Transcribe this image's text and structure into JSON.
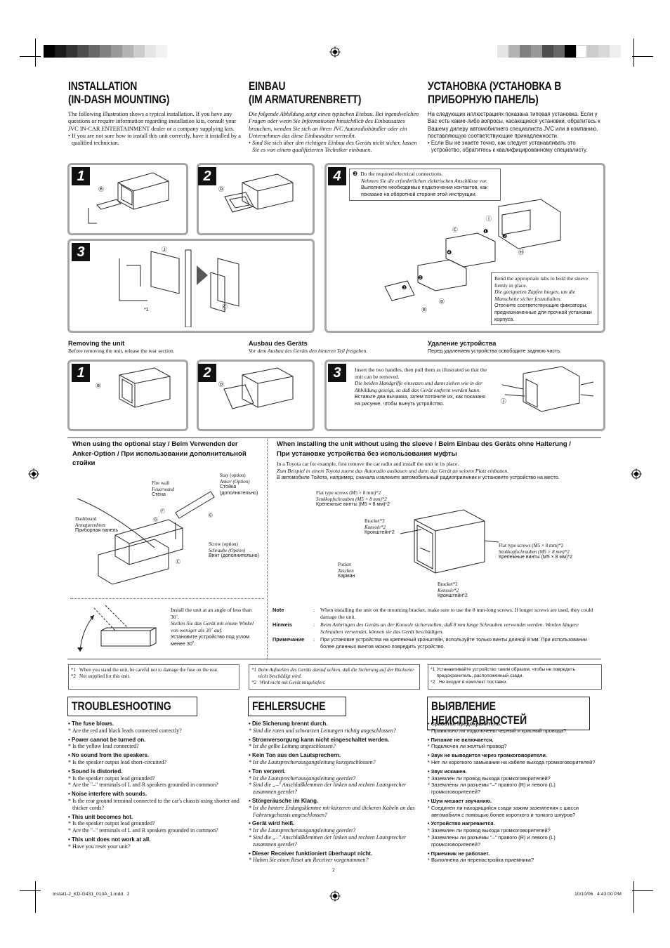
{
  "columns": {
    "en": {
      "title_line1": "INSTALLATION",
      "title_line2": "(IN-DASH MOUNTING)",
      "intro": "The following illustration shows a typical installation. If you have any questions or require information regarding installation kits, consult your JVC IN-CAR ENTERTAINMENT dealer or a company supplying kits.",
      "bullet": "If you are not sure how to install this unit correctly, have it installed by a qualified technician.",
      "removing_title": "Removing the unit",
      "removing_text": "Before removing the unit, release the rear section."
    },
    "de": {
      "title_line1": "EINBAU",
      "title_line2": "(IM ARMATURENBRETT)",
      "intro": "Die folgende Abbildung zeigt einen typischen Einbau. Bei irgendwelchen Fragen oder wenn Sie Informationen hinsichtlich des Einbausatzes brauchen, wenden Sie sich an ihren JVC Autoradiohändler oder ein Unternehmen das diese Einbausätze vertreibt.",
      "bullet": "Sind Sie sich über den richtigen Einbau des Geräts nicht sicher, lassen Sie es von einem qualifizierten Techniker einbauen.",
      "removing_title": "Ausbau des Geräts",
      "removing_text": "Vor dem Ausbau des Geräts den hinteren Teil freigeben."
    },
    "ru": {
      "title_line1": "УСТАНОВКА (УСТАНОВКА В",
      "title_line2": "ПРИБОРНУЮ ПАНЕЛЬ)",
      "intro": "На следующих иллюстрациях показана типовая установка. Если у Вас есть какие-либо вопросы, касающиеся установки, обратитесь к Вашему дилеру автомобилнего специалиста JVC или в компанию, поставляющую соответствующие принадлежности.",
      "bullet": "Если Вы не знаете точно, как следует устанавливать это устройство, обратитесь к квалифицированному специалисту.",
      "removing_title": "Удаление устройства",
      "removing_text": "Перед удалением устройства освободите заднюю часть."
    }
  },
  "install_steps": {
    "s1": "1",
    "s2": "2",
    "s3": "3",
    "s4": "4",
    "step4_note": {
      "marker": "❸",
      "en": "Do the required electrical connections.",
      "de": "Nehmen Sie die erforderlichen elektrischen Anschlüsse vor.",
      "ru": "Выполните необходимые подключения контактов, как показано на оборотной стороне этой инструкции."
    },
    "bend_note": {
      "en": "Bend the appropriate tabs to hold the sleeve firmly in place.",
      "de": "Die geeigneten Zapfen biegen, um die Manschette sicher festzuhalten.",
      "ru": "Отогните соответствующие фиксаторы, предназначенные для прочной установки корпуса."
    },
    "labels": {
      "B": "Ⓑ",
      "D": "Ⓓ",
      "J": "Ⓙ",
      "C": "Ⓒ",
      "I": "Ⓘ",
      "H": "Ⓗ",
      "n1": "❶",
      "n2": "❷",
      "n3": "❸",
      "n4": "❹",
      "n5": "❺",
      "star1": "*1"
    }
  },
  "removal_steps": {
    "s1": "1",
    "s2": "2",
    "s3": "3",
    "note": {
      "en": "Insert the two handles, then pull them as illustrated so that the unit can be removed.",
      "de": "Die beiden Handgriffe einsetzen und dann ziehen wie in der Abbildung gezeigt, so daß das Gerät entfernt werden kann.",
      "ru": "Вставьте два вычажка, затем потяните их, как показано на рисунке, чтобы вынуть устройство."
    }
  },
  "stay_section": {
    "title": "When using the optional stay / Beim Verwenden der Anker-Option / При использовании дополнительной стойки",
    "fire_wall": [
      "Fire wall",
      "Feuerwand",
      "Стена"
    ],
    "stay": [
      "Stay (option)",
      "Anker (Option)",
      "Стойка",
      "(дополнительно)"
    ],
    "dashboard": [
      "Dashboard",
      "Armaturenbrett",
      "Приборная панель"
    ],
    "screw": [
      "Screw (option)",
      "Schraube (Option)",
      "Винт (дополнительно)"
    ],
    "angle_note": {
      "en": "Install the unit at an angle of less than 30˚.",
      "de": "Stellen Sie das Gerät mit einem Winkel von weniger als 30˚ auf.",
      "ru": "Установите устройство под углом менее 30˚."
    }
  },
  "sleeve_section": {
    "title": "When installing the unit without using the sleeve / Beim Einbau des Geräts ohne Halterung / При установке устройства без использования муфты",
    "en": "In a Toyota car for example, first remove the car radio and install the unit in its place.",
    "de": "Zum Beispiel in einem Toyota zuerst das Autoradio ausbauen und dann das Gerät an seinem Platz einbauen.",
    "ru": "В автомобиле Тойота, например, сначала извлеките автомобильный радиоприемник и установите устройство на место.",
    "flat_screws": [
      "Flat type screws (M5 × 8 mm)*2",
      "Senkkopfschrauben (M5 × 8 mm)*2",
      "Крепежные винты (M5 × 8 мм)*2"
    ],
    "bracket": [
      "Bracket*2",
      "Konsole*2",
      "Кронштейн*2"
    ],
    "pocket": [
      "Pocket",
      "Taschen",
      "Карман"
    ],
    "notes": [
      {
        "label": "Note",
        "text": "When installing the unit on the mounting bracket, make sure to use the 8 mm-long screws. If longer screws are used, they could damage the unit."
      },
      {
        "label": "Hinweis",
        "text": "Beim Anbringen des Geräts an der Konsole sicherstellen, daß 8 mm lange Schrauben verwendet werden. Werden längere Schrauben verwendet, können sie das Gerät beschädigen."
      },
      {
        "label": "Примечание",
        "text": "При установке устройства на крепежный кронштейн, используйте только винты длиной 8 мм. При использовании более длинных винтов можно повредить устройство."
      }
    ],
    "colon": ":"
  },
  "footnotes": {
    "en": [
      {
        "mark": "*1",
        "text": "When you stand the unit, be careful not to damage the fuse on the rear."
      },
      {
        "mark": "*2",
        "text": "Not supplied for this unit."
      }
    ],
    "de": [
      {
        "mark": "*1",
        "text": "Beim Aufstellen des Geräts darauf achten, daß die Sicherung auf der Rückseite nicht beschädigt wird."
      },
      {
        "mark": "*2",
        "text": "Wird nicht mit Gerät mitgeliefert."
      }
    ],
    "ru": [
      {
        "mark": "*1",
        "text": "Устанавливайте устройство таким образом, чтобы не повредить предохранитель, расположенный сзади."
      },
      {
        "mark": "*2",
        "text": "Не входит в комплект поставки."
      }
    ]
  },
  "troubleshooting": {
    "en": {
      "title": "TROUBLESHOOTING",
      "items": [
        {
          "q": "The fuse blows.",
          "a": [
            "Are the red and black leads connected correctly?"
          ]
        },
        {
          "q": "Power cannot be turned on.",
          "a": [
            "Is the yellow lead connected?"
          ]
        },
        {
          "q": "No sound from the speakers.",
          "a": [
            "Is the speaker output lead short-circuited?"
          ]
        },
        {
          "q": "Sound is distorted.",
          "a": [
            "Is the speaker output lead grounded?",
            "Are the \"–\" terminals of L and R speakers grounded in common?"
          ]
        },
        {
          "q": "Noise interfere with sounds.",
          "a": [
            "Is the rear ground terminal connected to the car's chassis using shorter and thicker cords?"
          ]
        },
        {
          "q": "This unit becomes hot.",
          "a": [
            "Is the speaker output lead grounded?",
            "Are the \"–\" terminals of L and R speakers grounded in common?"
          ]
        },
        {
          "q": "This unit does not work at all.",
          "a": [
            "Have you reset your unit?"
          ]
        }
      ]
    },
    "de": {
      "title": "FEHLERSUCHE",
      "items": [
        {
          "q": "Die Sicherung brennt durch.",
          "a": [
            "Sind die roten und schwarzen Leitungen richtig angeschlossen?"
          ]
        },
        {
          "q": "Stromversorgung kann nicht eingeschaltet werden.",
          "a": [
            "Ist die gelbe Leitung angeschlossen?"
          ]
        },
        {
          "q": "Kein Ton aus den Lautsprechern.",
          "a": [
            "Ist die Lautsprecherausgangsleitung kurzgeschlossen?"
          ]
        },
        {
          "q": "Ton verzerrt.",
          "a": [
            "Ist die Lautsprecherausgangsleitung geerdet?",
            "Sind die „–\" Anschlußklemmen der linken und rechten Lautsprecher zusammen geerdet?"
          ]
        },
        {
          "q": "Störgeräusche im Klang.",
          "a": [
            "Ist die hintere Erdungsklemme mit kürzeren und dickeren Kabeln an das Fahrzeugchassis angeschlossen?"
          ]
        },
        {
          "q": "Gerät wird heiß.",
          "a": [
            "Ist die Lautsprecherausgangsleitung geerdet?",
            "Sind die „–\" Anschlußklemmen der linken und rechten Lautsprecher zusammen geerdet?"
          ]
        },
        {
          "q": "Dieser Receiver funktioniert überhaupt nicht.",
          "a": [
            "Haben Sie einen Reset am Receiver vorgenommen?"
          ]
        }
      ]
    },
    "ru": {
      "title": "ВЫЯВЛЕНИЕ НЕИСПРАВНОСТЕЙ",
      "items": [
        {
          "q": "Сработал предохранитель.",
          "a": [
            "Правильно ли подключены черный и красный провода?"
          ]
        },
        {
          "q": "Питание не включается.",
          "a": [
            "Подключен ли желтый провод?"
          ]
        },
        {
          "q": "Звук не выводится через громкоговорители.",
          "a": [
            "Нет ли короткого замыкания на кабеле выхода громкоговорителей?"
          ]
        },
        {
          "q": "Звук искажен.",
          "a": [
            "Заземлен ли провод выхода громкоговорителей?",
            "Заземлены ли разъемы \"–\" правого (R) и левого (L) громкоговорителей?"
          ]
        },
        {
          "q": "Шум мешает звучанию.",
          "a": [
            "Соединен ли находящийся сзади зажим заземления с шасси автомобиля с помощью более короткого и тонкого шнуров?"
          ]
        },
        {
          "q": "Устройство нагревается.",
          "a": [
            "Заземлен ли провод выхода громкоговорителей?",
            "Заземлены ли разъемы \"–\" правого (R) и левого (L) громкоговорителей?"
          ]
        },
        {
          "q": "Приемник не работает.",
          "a": [
            "Выполнена ли перенастройка приемника?"
          ]
        }
      ]
    }
  },
  "page_number": "2",
  "footer": {
    "left": "Instal1-2_KD-G431_013A_1.indd   2",
    "right": "10/10/06   4:43:00 PM"
  }
}
